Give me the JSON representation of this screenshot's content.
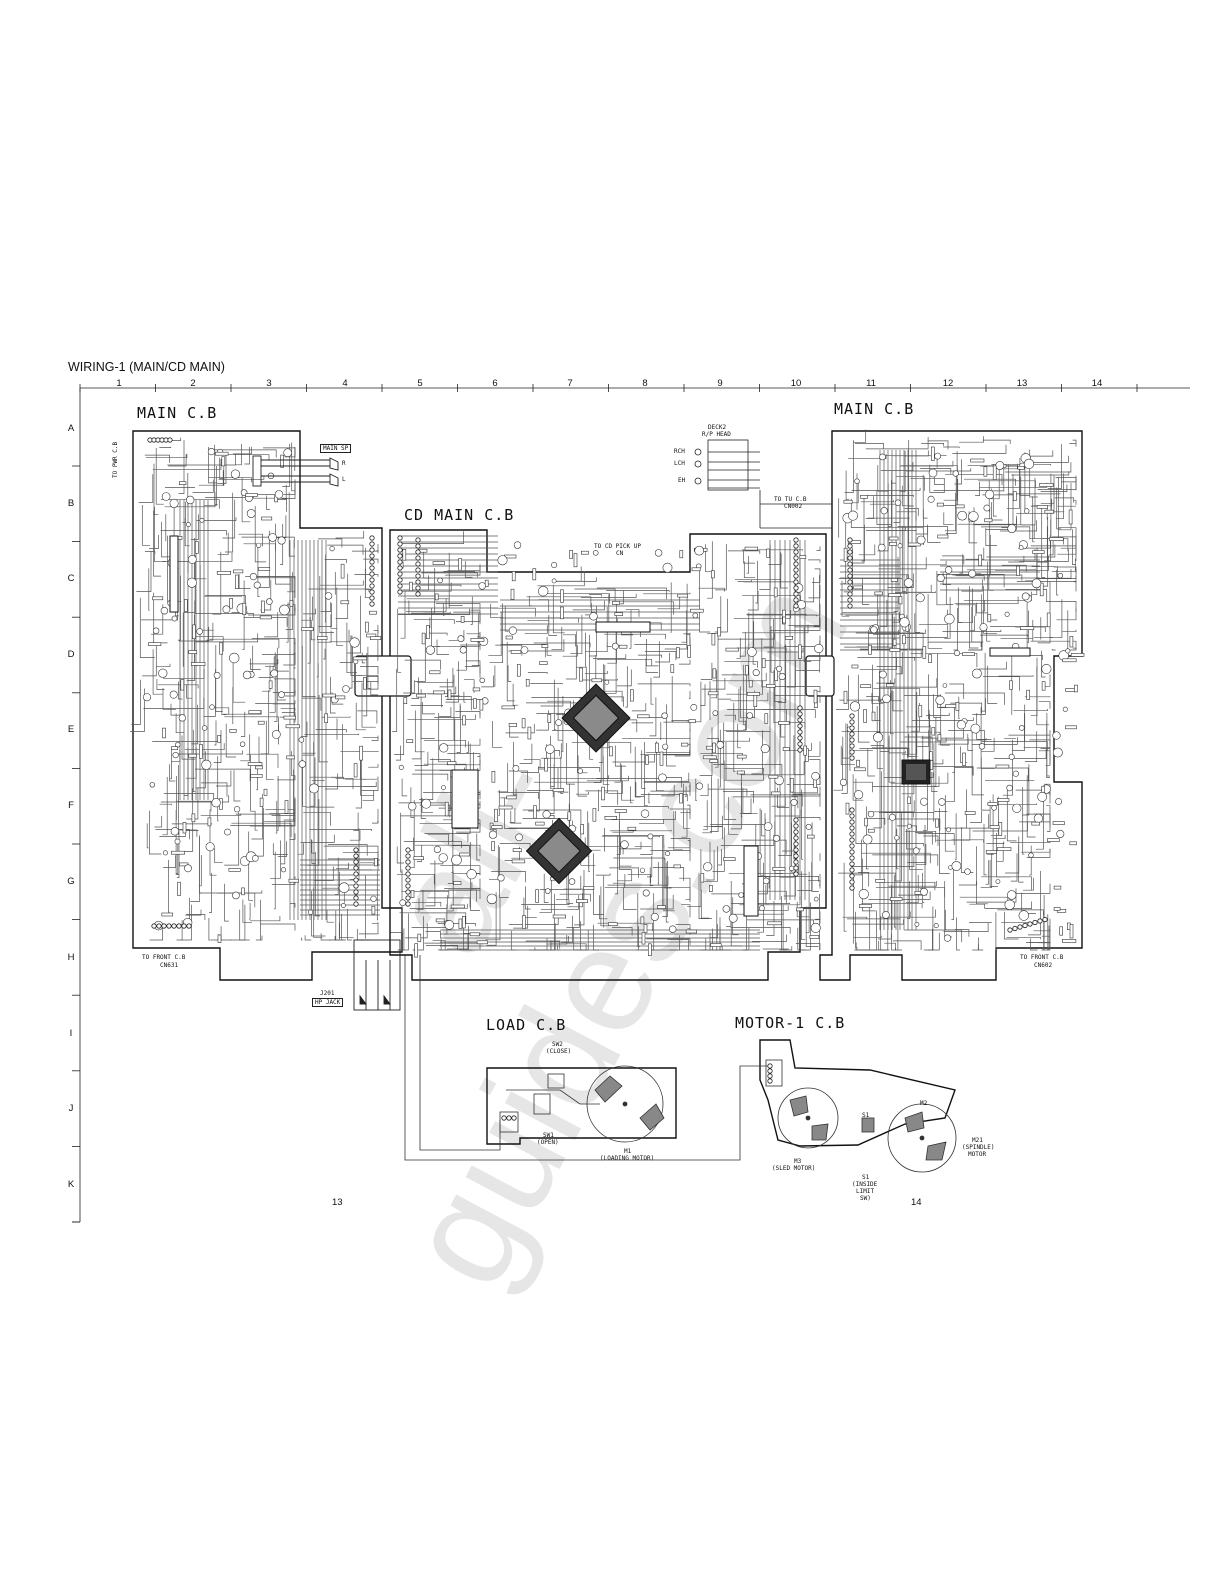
{
  "doc_title": "WIRING-1 (MAIN/CD MAIN)",
  "columns": [
    "1",
    "2",
    "3",
    "4",
    "5",
    "6",
    "7",
    "8",
    "9",
    "10",
    "11",
    "12",
    "13",
    "14"
  ],
  "rows": [
    "A",
    "B",
    "C",
    "D",
    "E",
    "F",
    "G",
    "H",
    "I",
    "J",
    "K"
  ],
  "boards": {
    "main_left": "MAIN C.B",
    "cd_main": "CD MAIN C.B",
    "main_right": "MAIN C.B",
    "load": "LOAD C.B",
    "motor": "MOTOR-1 C.B"
  },
  "labels": {
    "to_pwr": "TO PWR C.B",
    "main_sp": "MAIN SP",
    "sp_r": "R",
    "sp_l": "L",
    "to_front_left": "TO FRONT C.B",
    "to_front_left_cn": "CN631",
    "hp_jack_ref": "J201",
    "hp_jack": "HP JACK",
    "deck": "DECK2",
    "rp_head": "R/P HEAD",
    "rch": "RCH",
    "lch": "LCH",
    "eh": "EH",
    "to_tu": "TO TU C.B",
    "to_tu_cn": "CN002",
    "to_cd_pickup": "TO CD PICK UP",
    "to_cd_pickup_cn": "CN",
    "to_front_right": "TO FRONT C.B",
    "to_front_right_cn": "CN602",
    "sw2": "SW2",
    "sw2_desc": "(CLOSE)",
    "sw1": "SW1",
    "sw1_desc": "(OPEN)",
    "m1": "M1",
    "m1_desc": "(LOADING MOTOR)",
    "m3": "M3",
    "m3_desc": "(SLED MOTOR)",
    "m2": "M2",
    "m21": "M21",
    "m21_desc1": "(SPINDLE)",
    "m21_desc2": "MOTOR",
    "s1": "S1",
    "s1_desc1": "(INSIDE",
    "s1_desc2": "LIMIT",
    "s1_desc3": "SW)"
  },
  "page_numbers": {
    "left": "13",
    "right": "14"
  },
  "watermark": "all-guides.com"
}
